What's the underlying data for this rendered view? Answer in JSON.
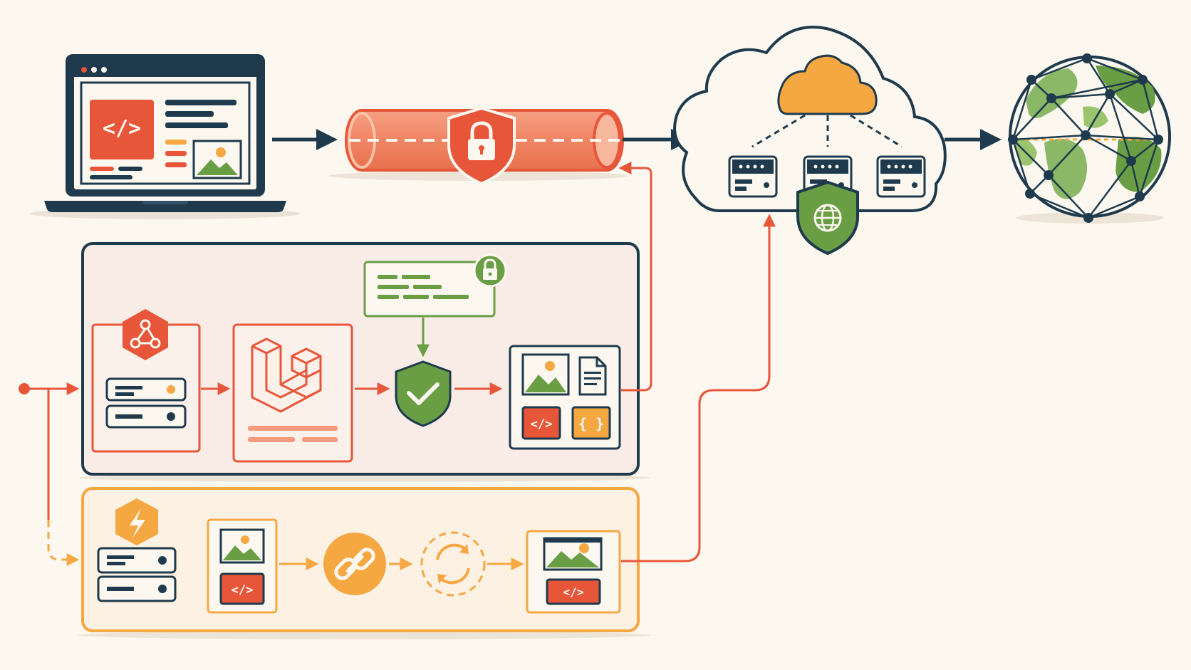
{
  "diagram": {
    "colors": {
      "navy": "#1e3a4c",
      "red": "#e8563a",
      "red_light": "#f59a7a",
      "orange": "#f5a742",
      "green": "#6a9e45",
      "green_light": "#9cc36e",
      "cream": "#fcf8f0",
      "panel_pink": "#f9ece6",
      "panel_cream": "#fcf1e2"
    },
    "icons": {
      "code": "</>",
      "braces": "{ }"
    },
    "nodes": [
      "laptop-browser",
      "encrypted-tunnel",
      "cloud-cdn-servers",
      "global-network",
      "origin-app-panel",
      "edge-worker-panel"
    ]
  }
}
